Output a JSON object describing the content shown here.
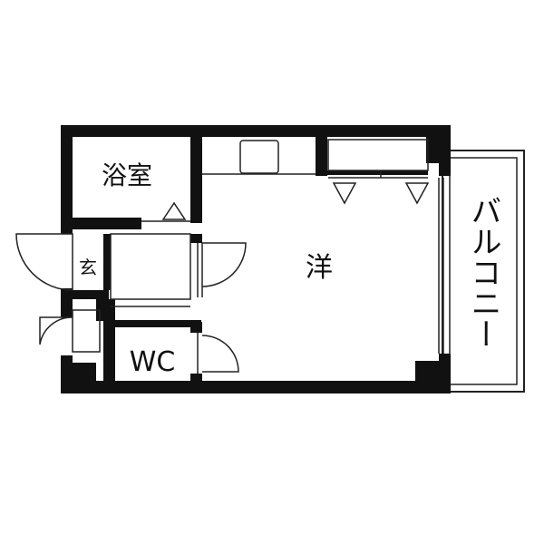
{
  "rooms": {
    "bath": "浴室",
    "entrance": "玄",
    "toilet": "WC",
    "western_room": "洋",
    "balcony": "バルコニー"
  },
  "colors": {
    "wall": "#111111",
    "line": "#222222",
    "background": "#ffffff"
  }
}
